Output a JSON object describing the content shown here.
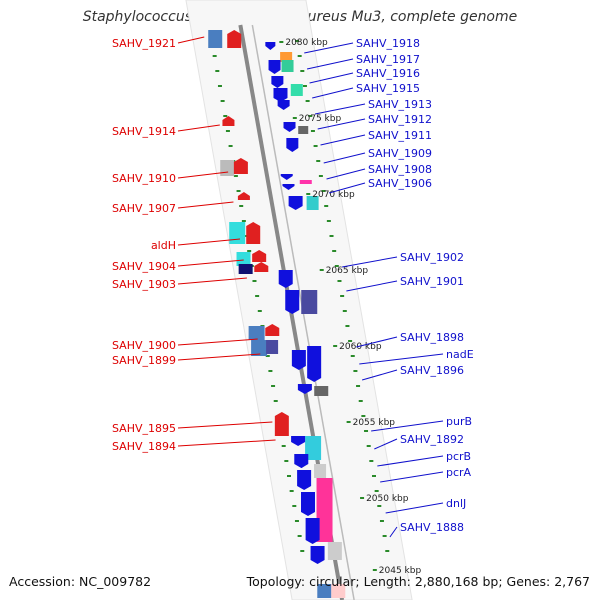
{
  "title": "Staphylococcus aureus subsp. aureus Mu3, complete genome",
  "footer": {
    "accession": "Accession: NC_009782",
    "summary": "Topology: circular; Length: 2,880,168 bp; Genes: 2,767"
  },
  "colors": {
    "left_label": "#dd0000",
    "right_label": "#1010cc",
    "strand_dots": "#2a8a2a",
    "backbone": "#888888"
  },
  "scale_labels": [
    "2080 kbp",
    "2075 kbp",
    "2070 kbp",
    "2065 kbp",
    "2060 kbp",
    "2055 kbp",
    "2050 kbp",
    "2045 kbp"
  ],
  "left_genes": [
    "SAHV_1921",
    "SAHV_1914",
    "SAHV_1910",
    "SAHV_1907",
    "aldH",
    "SAHV_1904",
    "SAHV_1903",
    "SAHV_1900",
    "SAHV_1899",
    "SAHV_1895",
    "SAHV_1894"
  ],
  "right_genes": [
    "SAHV_1918",
    "SAHV_1917",
    "SAHV_1916",
    "SAHV_1915",
    "SAHV_1913",
    "SAHV_1912",
    "SAHV_1911",
    "SAHV_1909",
    "SAHV_1908",
    "SAHV_1906",
    "SAHV_1902",
    "SAHV_1901",
    "SAHV_1898",
    "nadE",
    "SAHV_1896",
    "purB",
    "SAHV_1892",
    "pcrB",
    "pcrA",
    "dnlJ",
    "SAHV_1888"
  ]
}
